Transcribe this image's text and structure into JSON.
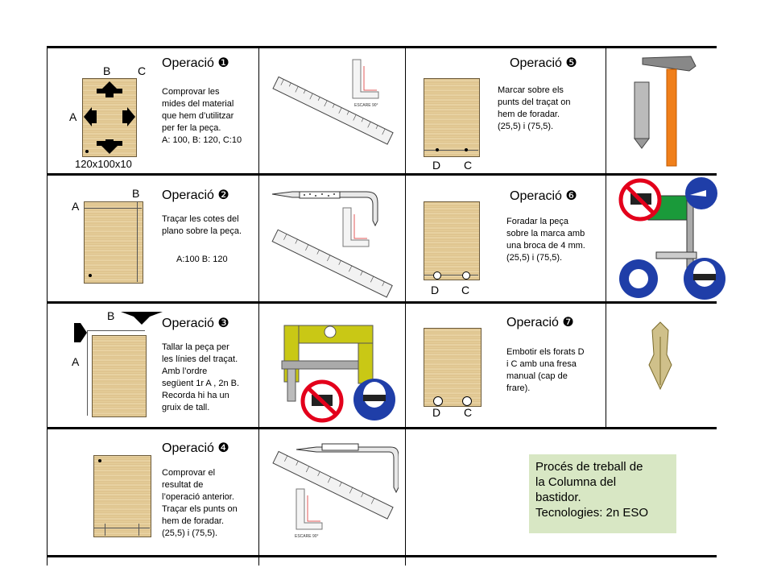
{
  "ops": [
    {
      "title": "Operació ❶",
      "text": "Comprovar les\nmides del material\nque hem d’utilitzar\nper fer  la peça.\nA: 100, B: 120, C:10",
      "labels": [
        "A",
        "B",
        "C",
        "120x100x10"
      ]
    },
    {
      "title": "Operació ❷",
      "text": "Traçar les cotes del\nplano sobre la peça.",
      "extra": "A:100  B: 120",
      "labels": [
        "A",
        "B"
      ]
    },
    {
      "title": "Operació ❸",
      "text": "Tallar la peça per\nles línies del traçat.\nAmb  l’ordre\nsegüent  1r A , 2n B.\nRecorda hi ha un\ngruix de tall.",
      "labels": [
        "A",
        "B"
      ]
    },
    {
      "title": "Operació ❹",
      "text": "Comprovar el\nresultat de\nl’operació anterior.\nTraçar  els punts on\nhem de foradar.\n(25,5) i (75,5)."
    },
    {
      "title": "Operació ❺",
      "text": "Marcar sobre els\npunts del traçat on\nhem de foradar.\n(25,5) i (75,5).",
      "labels": [
        "D",
        "C"
      ]
    },
    {
      "title": "Operació ❻",
      "text": "Foradar la peça\nsobre la marca amb\nuna broca de 4 mm.\n(25,5) i (75,5).",
      "labels": [
        "D",
        "C"
      ]
    },
    {
      "title": "Operació ❼",
      "text": "Embotir els forats D\ni C amb una fresa\nmanual (cap de\nfrare).",
      "labels": [
        "D",
        "C"
      ]
    }
  ],
  "square_label": "ESCARE 90°",
  "legend": "Procés de treball de\nla Columna del\nbastidor.\nTecnologies: 2n ESO",
  "colors": {
    "wood": "#e0c690",
    "legend_bg": "#d8e7c4",
    "hammer": "#f07f1a",
    "sign_red": "#e3001b",
    "sign_blue": "#1f3ea8",
    "machine": "#c9c815"
  }
}
